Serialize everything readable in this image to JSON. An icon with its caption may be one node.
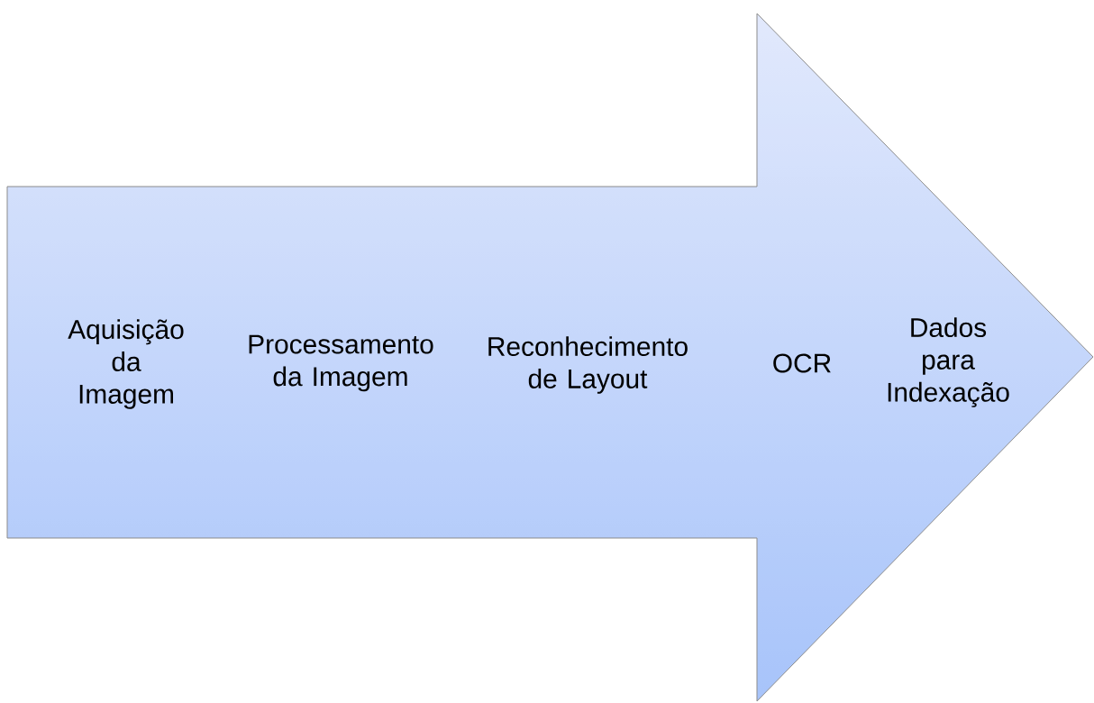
{
  "diagram": {
    "nodes": [
      {
        "text": [
          "Aquisição da Imagem",
          "Processamento da Imagem",
          "Reconhecimento de Layout",
          "OCR",
          "Dados para Indexação"
        ]
      }
    ]
  }
}
